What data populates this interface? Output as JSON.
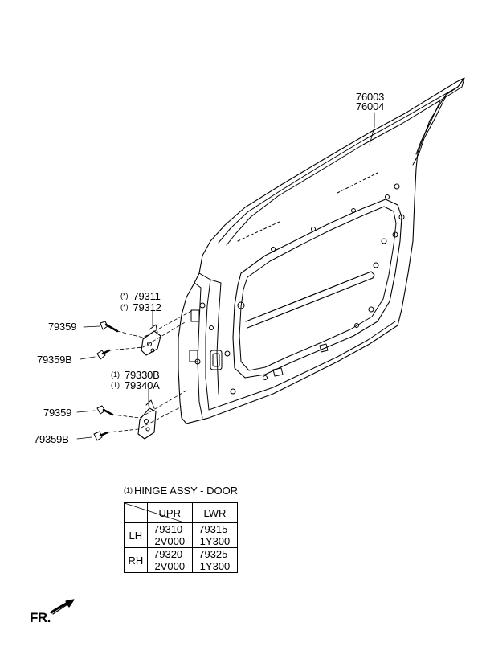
{
  "callouts": {
    "door_panel_1": "76003",
    "door_panel_2": "76004",
    "upper_hinge_1": "79311",
    "upper_hinge_2": "79312",
    "lower_hinge_1": "79330B",
    "lower_hinge_2": "79340A",
    "bolt_upper_1": "79359",
    "bolt_upper_2": "79359B",
    "bolt_lower_1": "79359",
    "bolt_lower_2": "79359B"
  },
  "symbols": {
    "asterisk_mark": "(*)",
    "numbered_mark": "(1)"
  },
  "hinge_table": {
    "title": "HINGE ASSY - DOOR",
    "columns": [
      "UPR",
      "LWR"
    ],
    "rows": [
      {
        "side": "LH",
        "upr": "79310-2V000",
        "lwr": "79315-1Y300"
      },
      {
        "side": "RH",
        "upr": "79320-2V000",
        "lwr": "79325-1Y300"
      }
    ]
  },
  "orientation": {
    "label": "FR."
  }
}
